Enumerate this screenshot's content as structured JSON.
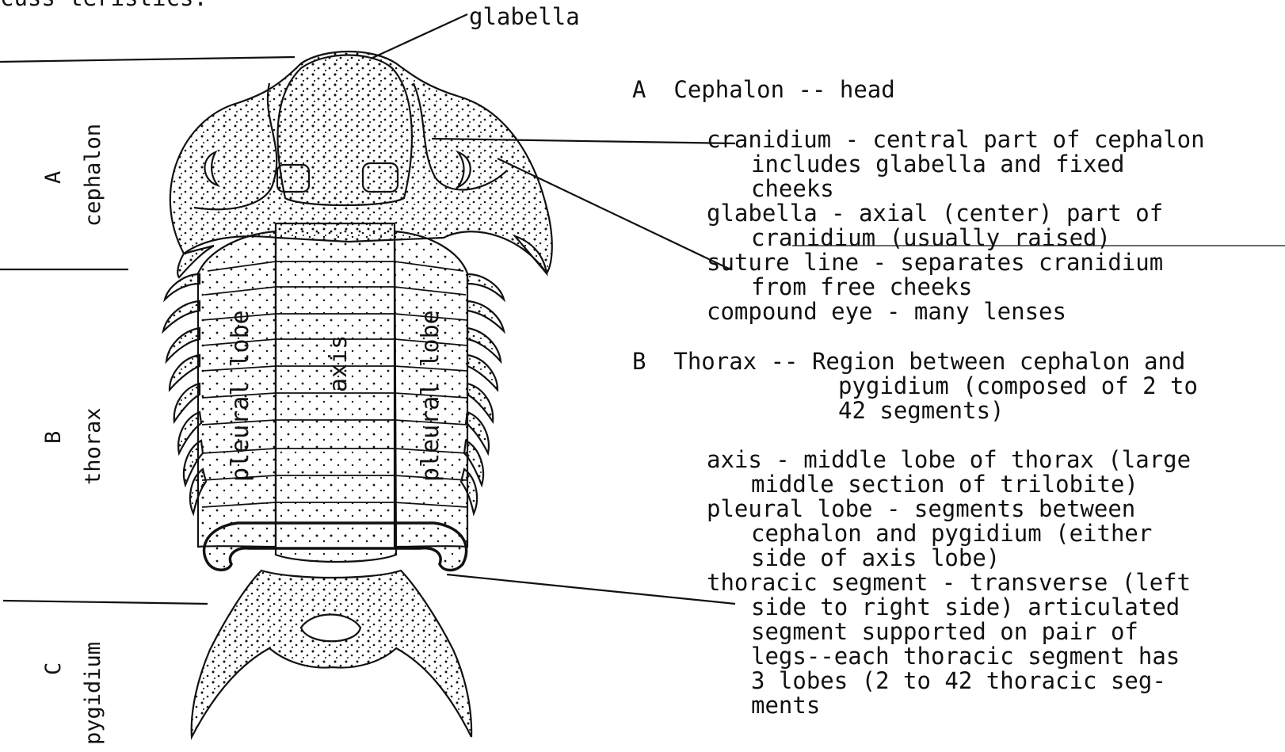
{
  "header": {
    "cut_text": "cuss teristics."
  },
  "callouts": {
    "glabella": "glabella"
  },
  "side_labels": {
    "a": {
      "letter": "A",
      "name": "cephalon"
    },
    "b": {
      "letter": "B",
      "name": "thorax"
    },
    "c": {
      "letter": "C",
      "name": "pygidium"
    }
  },
  "body_labels": {
    "pleural_left": "pleural lobe",
    "axis": "axis",
    "pleural_right": "pleural lobe"
  },
  "notes": {
    "section_a": "A  Cephalon -- head",
    "cranidium": "cranidium - central part of cephalon",
    "cranidium_2": "includes glabella and fixed",
    "cranidium_3": "cheeks",
    "glabella": "glabella - axial (center) part of",
    "glabella_2": "cranidium (usually raised)",
    "suture": "suture line - separates cranidium",
    "suture_2": "from free cheeks",
    "eye": "compound eye - many lenses",
    "section_b": "B  Thorax -- Region between cephalon and",
    "section_b_2": "pygidium (composed of 2 to",
    "section_b_3": "42 segments)",
    "axis": "axis - middle lobe of thorax (large",
    "axis_2": "middle section of trilobite)",
    "pleural": "pleural lobe - segments between",
    "pleural_2": "cephalon and pygidium (either",
    "pleural_3": "side of axis lobe)",
    "thoracic": "thoracic segment - transverse (left",
    "thoracic_2": "side to right side) articulated",
    "thoracic_3": "segment supported on pair of",
    "thoracic_4": "legs--each thoracic segment has",
    "thoracic_5": "3 lobes (2 to 42 thoracic seg-",
    "thoracic_6": "ments"
  },
  "colors": {
    "ink": "#111111",
    "paper": "#ffffff"
  }
}
